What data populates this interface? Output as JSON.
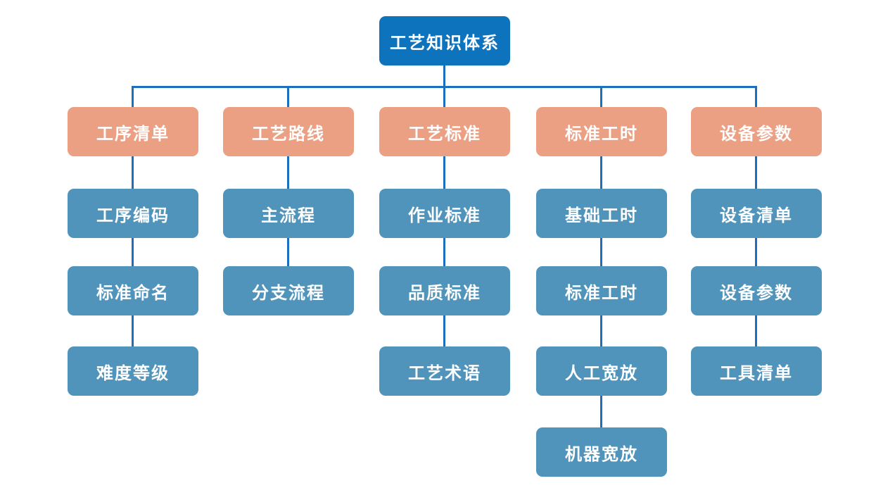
{
  "palette": {
    "root_fill": "#0d73bd",
    "branch_fill": "#eca083",
    "child_fill": "#5094bc",
    "connector": "#1b6fbc",
    "text": "#ffffff",
    "background": "#ffffff"
  },
  "tree": {
    "root": {
      "label": "工艺知识体系"
    },
    "branches": [
      {
        "label": "工序清单",
        "children": [
          "工序编码",
          "标准命名",
          "难度等级"
        ]
      },
      {
        "label": "工艺路线",
        "children": [
          "主流程",
          "分支流程"
        ]
      },
      {
        "label": "工艺标准",
        "children": [
          "作业标准",
          "品质标准",
          "工艺术语"
        ]
      },
      {
        "label": "标准工时",
        "children": [
          "基础工时",
          "标准工时",
          "人工宽放",
          "机器宽放"
        ]
      },
      {
        "label": "设备参数",
        "children": [
          "设备清单",
          "设备参数",
          "工具清单"
        ]
      }
    ]
  }
}
